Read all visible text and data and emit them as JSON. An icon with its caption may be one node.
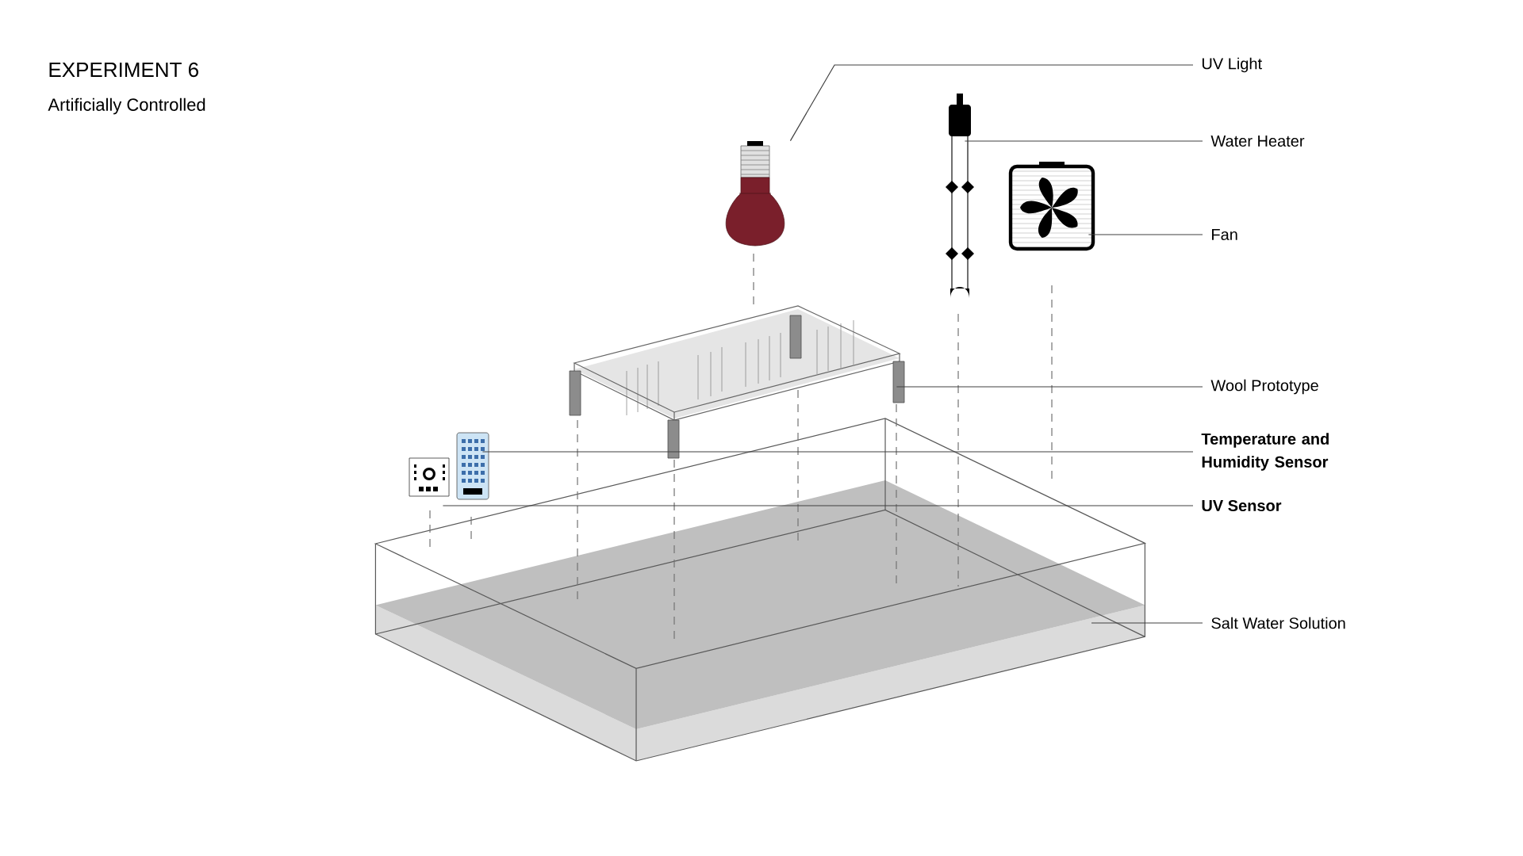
{
  "diagram": {
    "title": "EXPERIMENT 6",
    "nodes": [
      {
        "text": [
          "UV Light"
        ]
      },
      {
        "text": [
          "Water Heater"
        ]
      },
      {
        "text": [
          "Fan"
        ]
      },
      {
        "text": [
          "Wool Prototype"
        ]
      },
      {
        "text": [
          "Temperature and Humidity Sensor"
        ]
      },
      {
        "text": [
          "UV Sensor"
        ]
      },
      {
        "text": [
          "Salt Water Solution"
        ]
      },
      {
        "text": [],
        "shape": "picture"
      },
      {
        "text": [],
        "shape": "picture"
      },
      {
        "text": [],
        "shape": "picture"
      },
      {
        "text": [],
        "shape": "picture"
      },
      {
        "text": [],
        "shape": "picture"
      },
      {
        "text": [],
        "shape": "picture"
      }
    ],
    "edges": [
      {
        "from": 0,
        "to": 7,
        "arrow": "none"
      },
      {
        "from": 1,
        "to": 8,
        "arrow": "none"
      },
      {
        "from": 2,
        "to": 9,
        "arrow": "none"
      },
      {
        "from": 3,
        "to": 10,
        "arrow": "none"
      },
      {
        "from": 4,
        "to": 11,
        "arrow": "none"
      },
      {
        "from": 5,
        "to": 12,
        "arrow": "none"
      },
      {
        "from": 6,
        "to": null,
        "arrow": "none"
      }
    ],
    "labels": [
      "Artificially Controlled"
    ]
  }
}
